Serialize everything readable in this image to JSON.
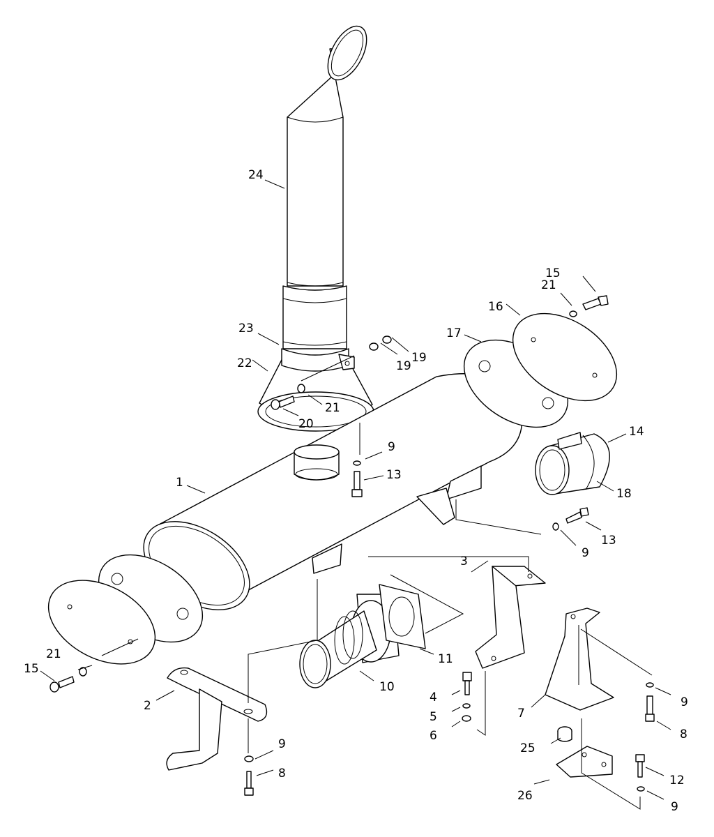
{
  "diagram": {
    "labels": {
      "l1": "1",
      "l2": "2",
      "l3": "3",
      "l4": "4",
      "l5": "5",
      "l6": "6",
      "l7": "7",
      "l8a": "8",
      "l8b": "8",
      "l9a": "9",
      "l9b": "9",
      "l9c": "9",
      "l9d": "9",
      "l9e": "9",
      "l10": "10",
      "l11": "11",
      "l12": "12",
      "l13a": "13",
      "l13b": "13",
      "l14": "14",
      "l15a": "15",
      "l15b": "15",
      "l16": "16",
      "l17": "17",
      "l18": "18",
      "l19a": "19",
      "l19b": "19",
      "l20": "20",
      "l21a": "21",
      "l21b": "21",
      "l21c": "21",
      "l22": "22",
      "l23": "23",
      "l24": "24",
      "l25": "25",
      "l26": "26"
    }
  }
}
